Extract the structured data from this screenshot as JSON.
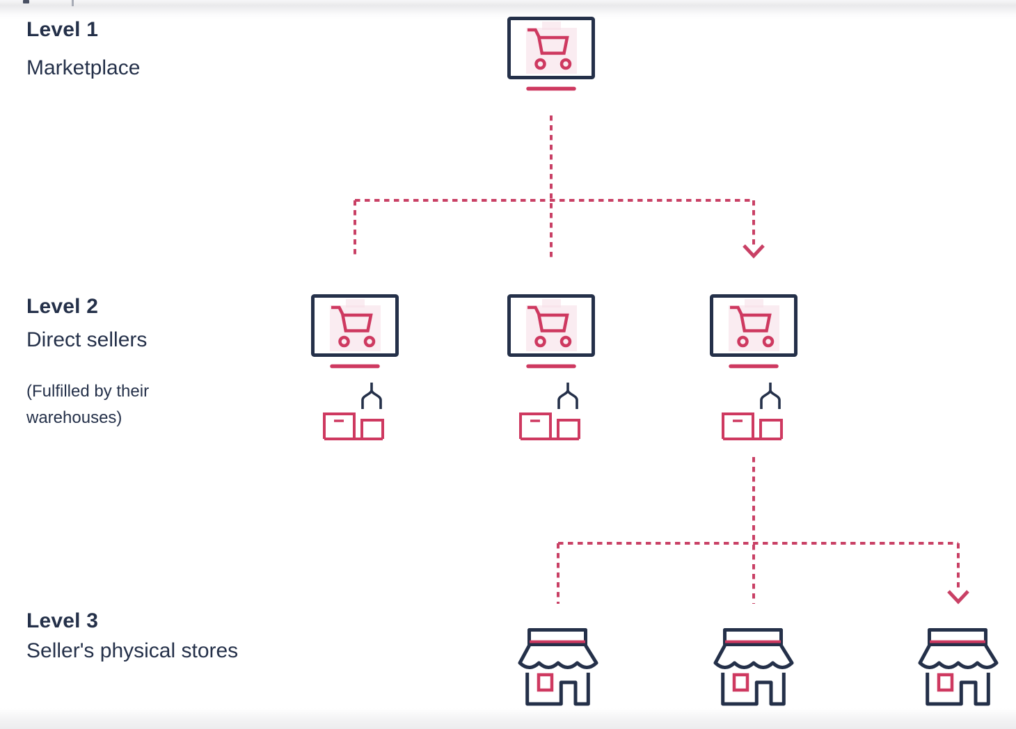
{
  "colors": {
    "navy": "#243049",
    "rose": "#ce3960",
    "rose-dash": "#c94065",
    "pale-rose": "#f6dfe7",
    "text": "#232c44"
  },
  "levels": [
    {
      "title": "Level 1",
      "subtitle": "Marketplace"
    },
    {
      "title": "Level 2",
      "subtitle": "Direct sellers",
      "note": "(Fulfilled by their warehouses)"
    },
    {
      "title": "Level 3",
      "subtitle": "Seller's physical stores"
    }
  ],
  "diagram": {
    "level1_nodes": [
      {
        "name": "marketplace",
        "icon": "monitor-cart-icon"
      }
    ],
    "level2_nodes": [
      {
        "name": "direct-seller-1",
        "icon": "monitor-cart-icon",
        "sub_icons": [
          "claw-fork-icon",
          "warehouse-boxes-icon"
        ]
      },
      {
        "name": "direct-seller-2",
        "icon": "monitor-cart-icon",
        "sub_icons": [
          "claw-fork-icon",
          "warehouse-boxes-icon"
        ]
      },
      {
        "name": "direct-seller-3",
        "icon": "monitor-cart-icon",
        "sub_icons": [
          "claw-fork-icon",
          "warehouse-boxes-icon"
        ]
      }
    ],
    "level3_nodes": [
      {
        "name": "store-1",
        "icon": "storefront-icon"
      },
      {
        "name": "store-2",
        "icon": "storefront-icon"
      },
      {
        "name": "store-3",
        "icon": "storefront-icon"
      }
    ],
    "connections": [
      {
        "from": "marketplace",
        "to": [
          "direct-seller-1",
          "direct-seller-2",
          "direct-seller-3"
        ],
        "style": "dashed",
        "arrowhead_on": "direct-seller-3"
      },
      {
        "from": "direct-seller-3",
        "to": [
          "store-1",
          "store-2",
          "store-3"
        ],
        "style": "dashed",
        "arrowhead_on": "store-3"
      }
    ]
  }
}
